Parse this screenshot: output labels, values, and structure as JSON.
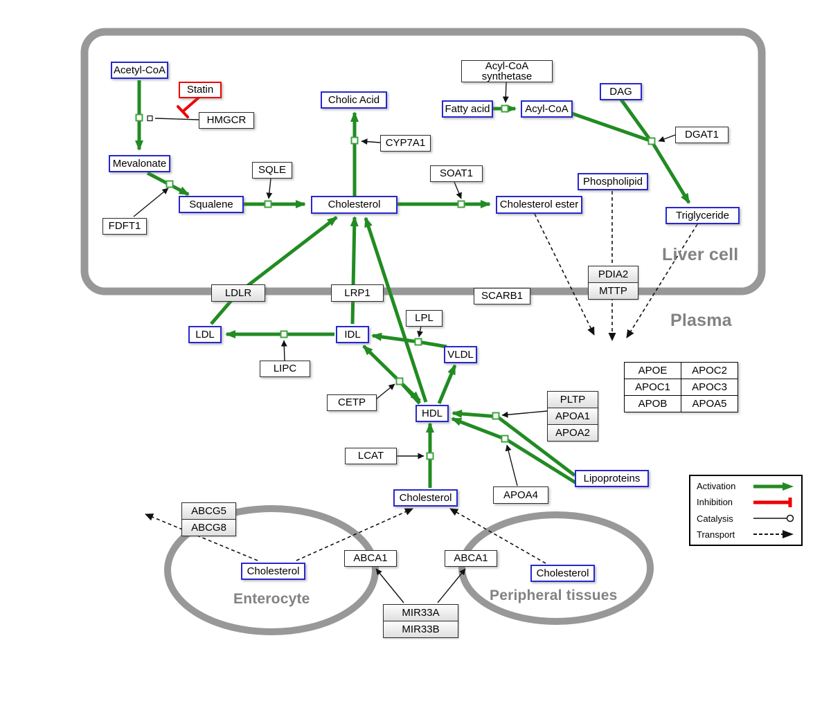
{
  "regions": {
    "liver": "Liver cell",
    "plasma": "Plasma",
    "enterocyte": "Enterocyte",
    "peripheral": "Peripheral tissues"
  },
  "labels": {
    "acetyl_coa": "Acetyl-CoA",
    "statin": "Statin",
    "hmgcr": "HMGCR",
    "mevalonate": "Mevalonate",
    "fdft1": "FDFT1",
    "squalene": "Squalene",
    "sqle": "SQLE",
    "cholic_acid": "Cholic Acid",
    "cyp7a1": "CYP7A1",
    "cholesterol": "Cholesterol",
    "soat1": "SOAT1",
    "cholesterol_ester": "Cholesterol ester",
    "acyl_coa_synthetase": "Acyl-CoA synthetase",
    "fatty_acid": "Fatty acid",
    "acyl_coa": "Acyl-CoA",
    "dag": "DAG",
    "dgat1": "DGAT1",
    "phospholipid": "Phospholipid",
    "triglyceride": "Triglyceride",
    "ldlr": "LDLR",
    "lrp1": "LRP1",
    "scarb1": "SCARB1",
    "pdia2": "PDIA2",
    "mttp": "MTTP",
    "ldl": "LDL",
    "idl": "IDL",
    "lipc": "LIPC",
    "lpl": "LPL",
    "vldl": "VLDL",
    "cetp": "CETP",
    "hdl": "HDL",
    "lcat": "LCAT",
    "pltp": "PLTP",
    "apoa1": "APOA1",
    "apoa2": "APOA2",
    "apoa4": "APOA4",
    "lipoproteins": "Lipoproteins",
    "apoe": "APOE",
    "apoc2": "APOC2",
    "apoc1": "APOC1",
    "apoc3": "APOC3",
    "apob": "APOB",
    "apoa5": "APOA5",
    "abcg5": "ABCG5",
    "abcg8": "ABCG8",
    "abca1": "ABCA1",
    "mir33a": "MIR33A",
    "mir33b": "MIR33B"
  },
  "legend": {
    "activation": "Activation",
    "inhibition": "Inhibition",
    "catalysis": "Catalysis",
    "transport": "Transport"
  },
  "colors": {
    "activation_green": "#228B22",
    "inhibition_red": "#ee0000",
    "metabolite_border_blue": "#2727cf",
    "membrane_gray": "#989898"
  }
}
